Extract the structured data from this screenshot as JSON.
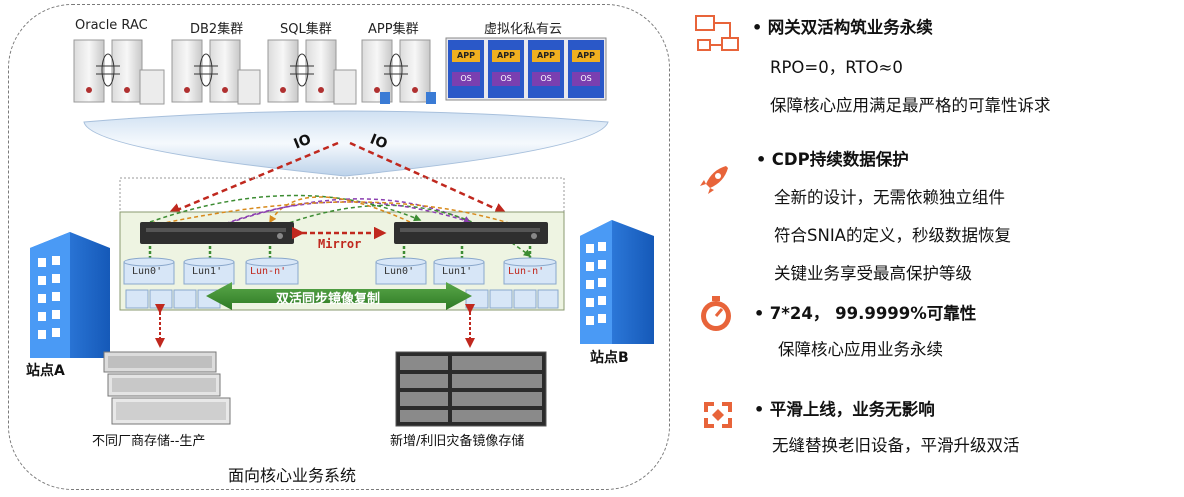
{
  "diagram": {
    "clusters": [
      "Oracle RAC",
      "DB2集群",
      "SQL集群",
      "APP集群"
    ],
    "private_cloud": {
      "title": "虚拟化私有云",
      "vm_app": "APP",
      "vm_os": "OS"
    },
    "io_labels": [
      "IO",
      "IO"
    ],
    "mirror_label": "Mirror",
    "luns_left": [
      "Lun0'",
      "Lun1'",
      "Lun-n'"
    ],
    "luns_right": [
      "Lun0'",
      "Lun1'",
      "Lun-n'"
    ],
    "sync_label": "双活同步镜像复制",
    "site_a": "站点A",
    "site_b": "站点B",
    "storage_left_caption": "不同厂商存储--生产",
    "storage_right_caption": "新增/利旧灾备镜像存储",
    "footer": "面向核心业务系统"
  },
  "features": [
    {
      "icon": "network-icon",
      "title": "网关双活构筑业务永续",
      "lines": [
        "RPO=0，RTO≈0",
        "保障核心应用满足最严格的可靠性诉求"
      ]
    },
    {
      "icon": "rocket-icon",
      "title": "CDP持续数据保护",
      "lines": [
        "全新的设计，无需依赖独立组件",
        "符合SNIA的定义，秒级数据恢复",
        "关键业务享受最高保护等级"
      ]
    },
    {
      "icon": "stopwatch-icon",
      "title": "7*24， 99.9999%可靠性",
      "lines": [
        "保障核心应用业务永续"
      ]
    },
    {
      "icon": "refresh-icon",
      "title": "平滑上线，业务无影响",
      "lines": [
        "无缝替换老旧设备，平滑升级双活"
      ]
    }
  ],
  "colors": {
    "accent": "#E8643A",
    "arrow_green": "#3C8C32",
    "arrow_red": "#C0281E",
    "arrow_purple": "#8B3FB0",
    "arrow_orange": "#D88A1C",
    "building_blue": "#1E6FD9"
  }
}
